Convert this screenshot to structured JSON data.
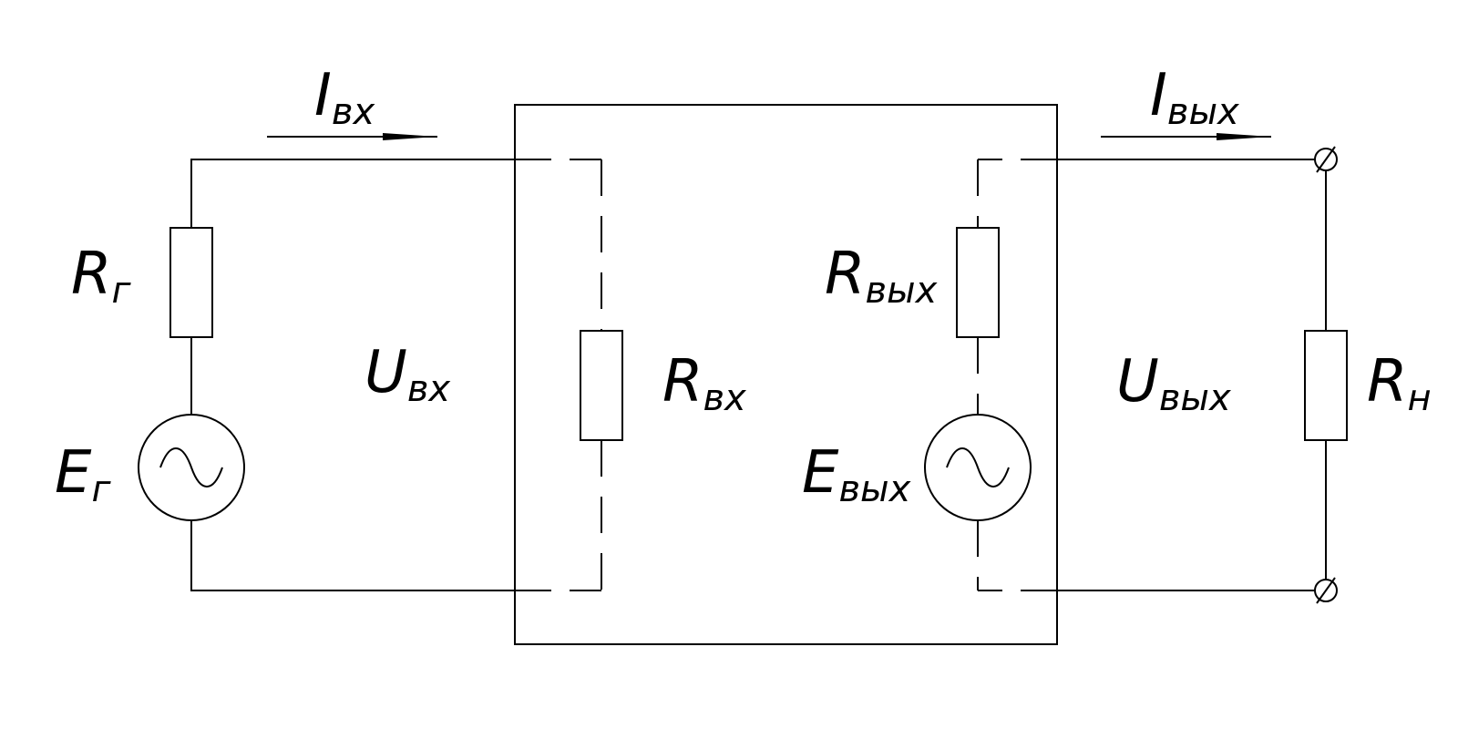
{
  "labels": {
    "i_in": {
      "main": "I",
      "sub": "вх"
    },
    "i_out": {
      "main": "I",
      "sub": "вых"
    },
    "r_g": {
      "main": "R",
      "sub": "г"
    },
    "e_g": {
      "main": "E",
      "sub": "г"
    },
    "u_in": {
      "main": "U",
      "sub": "вх"
    },
    "r_in": {
      "main": "R",
      "sub": "вх"
    },
    "r_out": {
      "main": "R",
      "sub": "вых"
    },
    "e_out": {
      "main": "E",
      "sub": "вых"
    },
    "u_out": {
      "main": "U",
      "sub": "вых"
    },
    "r_load": {
      "main": "R",
      "sub": "н"
    }
  },
  "colors": {
    "line": "#000000",
    "background": "#ffffff"
  }
}
